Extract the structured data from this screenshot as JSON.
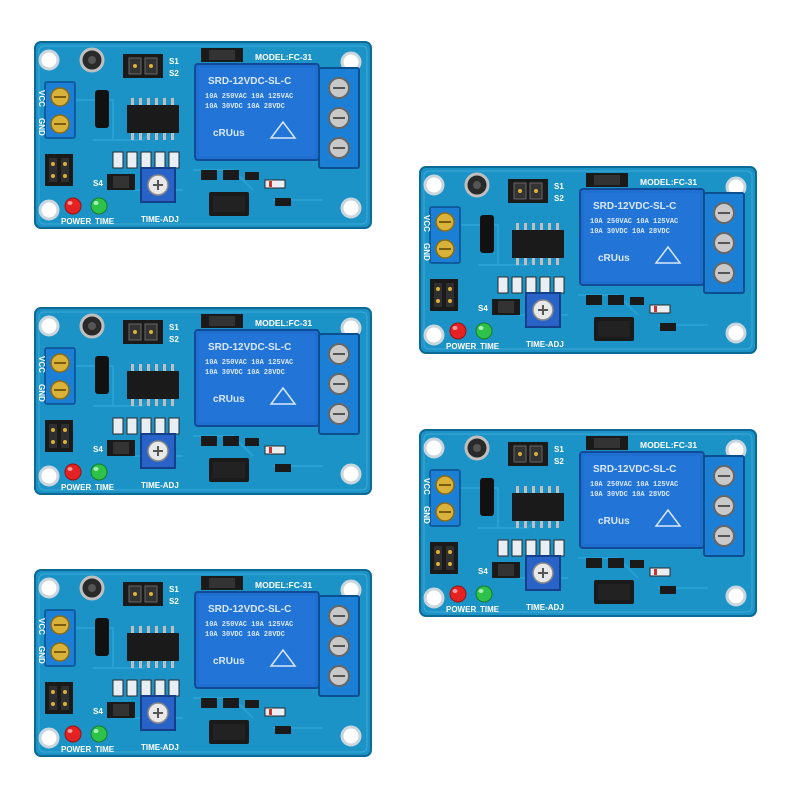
{
  "scene": {
    "background": "#ffffff",
    "board_color": "#1a8fbf",
    "relay_color": "#1f6fd0",
    "terminal_color": "#1b7fd6",
    "boards_count_note": "five identical relay modules"
  },
  "board": {
    "model_label": "MODEL:FC-31",
    "jumper_labels": [
      "S1",
      "S2"
    ],
    "s4_label": "S4",
    "power_label": "POWER",
    "time_label": "TIME",
    "time_adj_label": "TIME-ADJ",
    "vcc_label": "VCC",
    "gnd_label": "GND",
    "relay_model": "SRD-12VDC-SL-C",
    "relay_lines": [
      "10A 250VAC 10A 125VAC",
      "10A 30VDC  10A 28VDC"
    ],
    "relay_mark": "cRUus",
    "led_power_color": "#e52222",
    "led_time_color": "#2fc24a"
  }
}
